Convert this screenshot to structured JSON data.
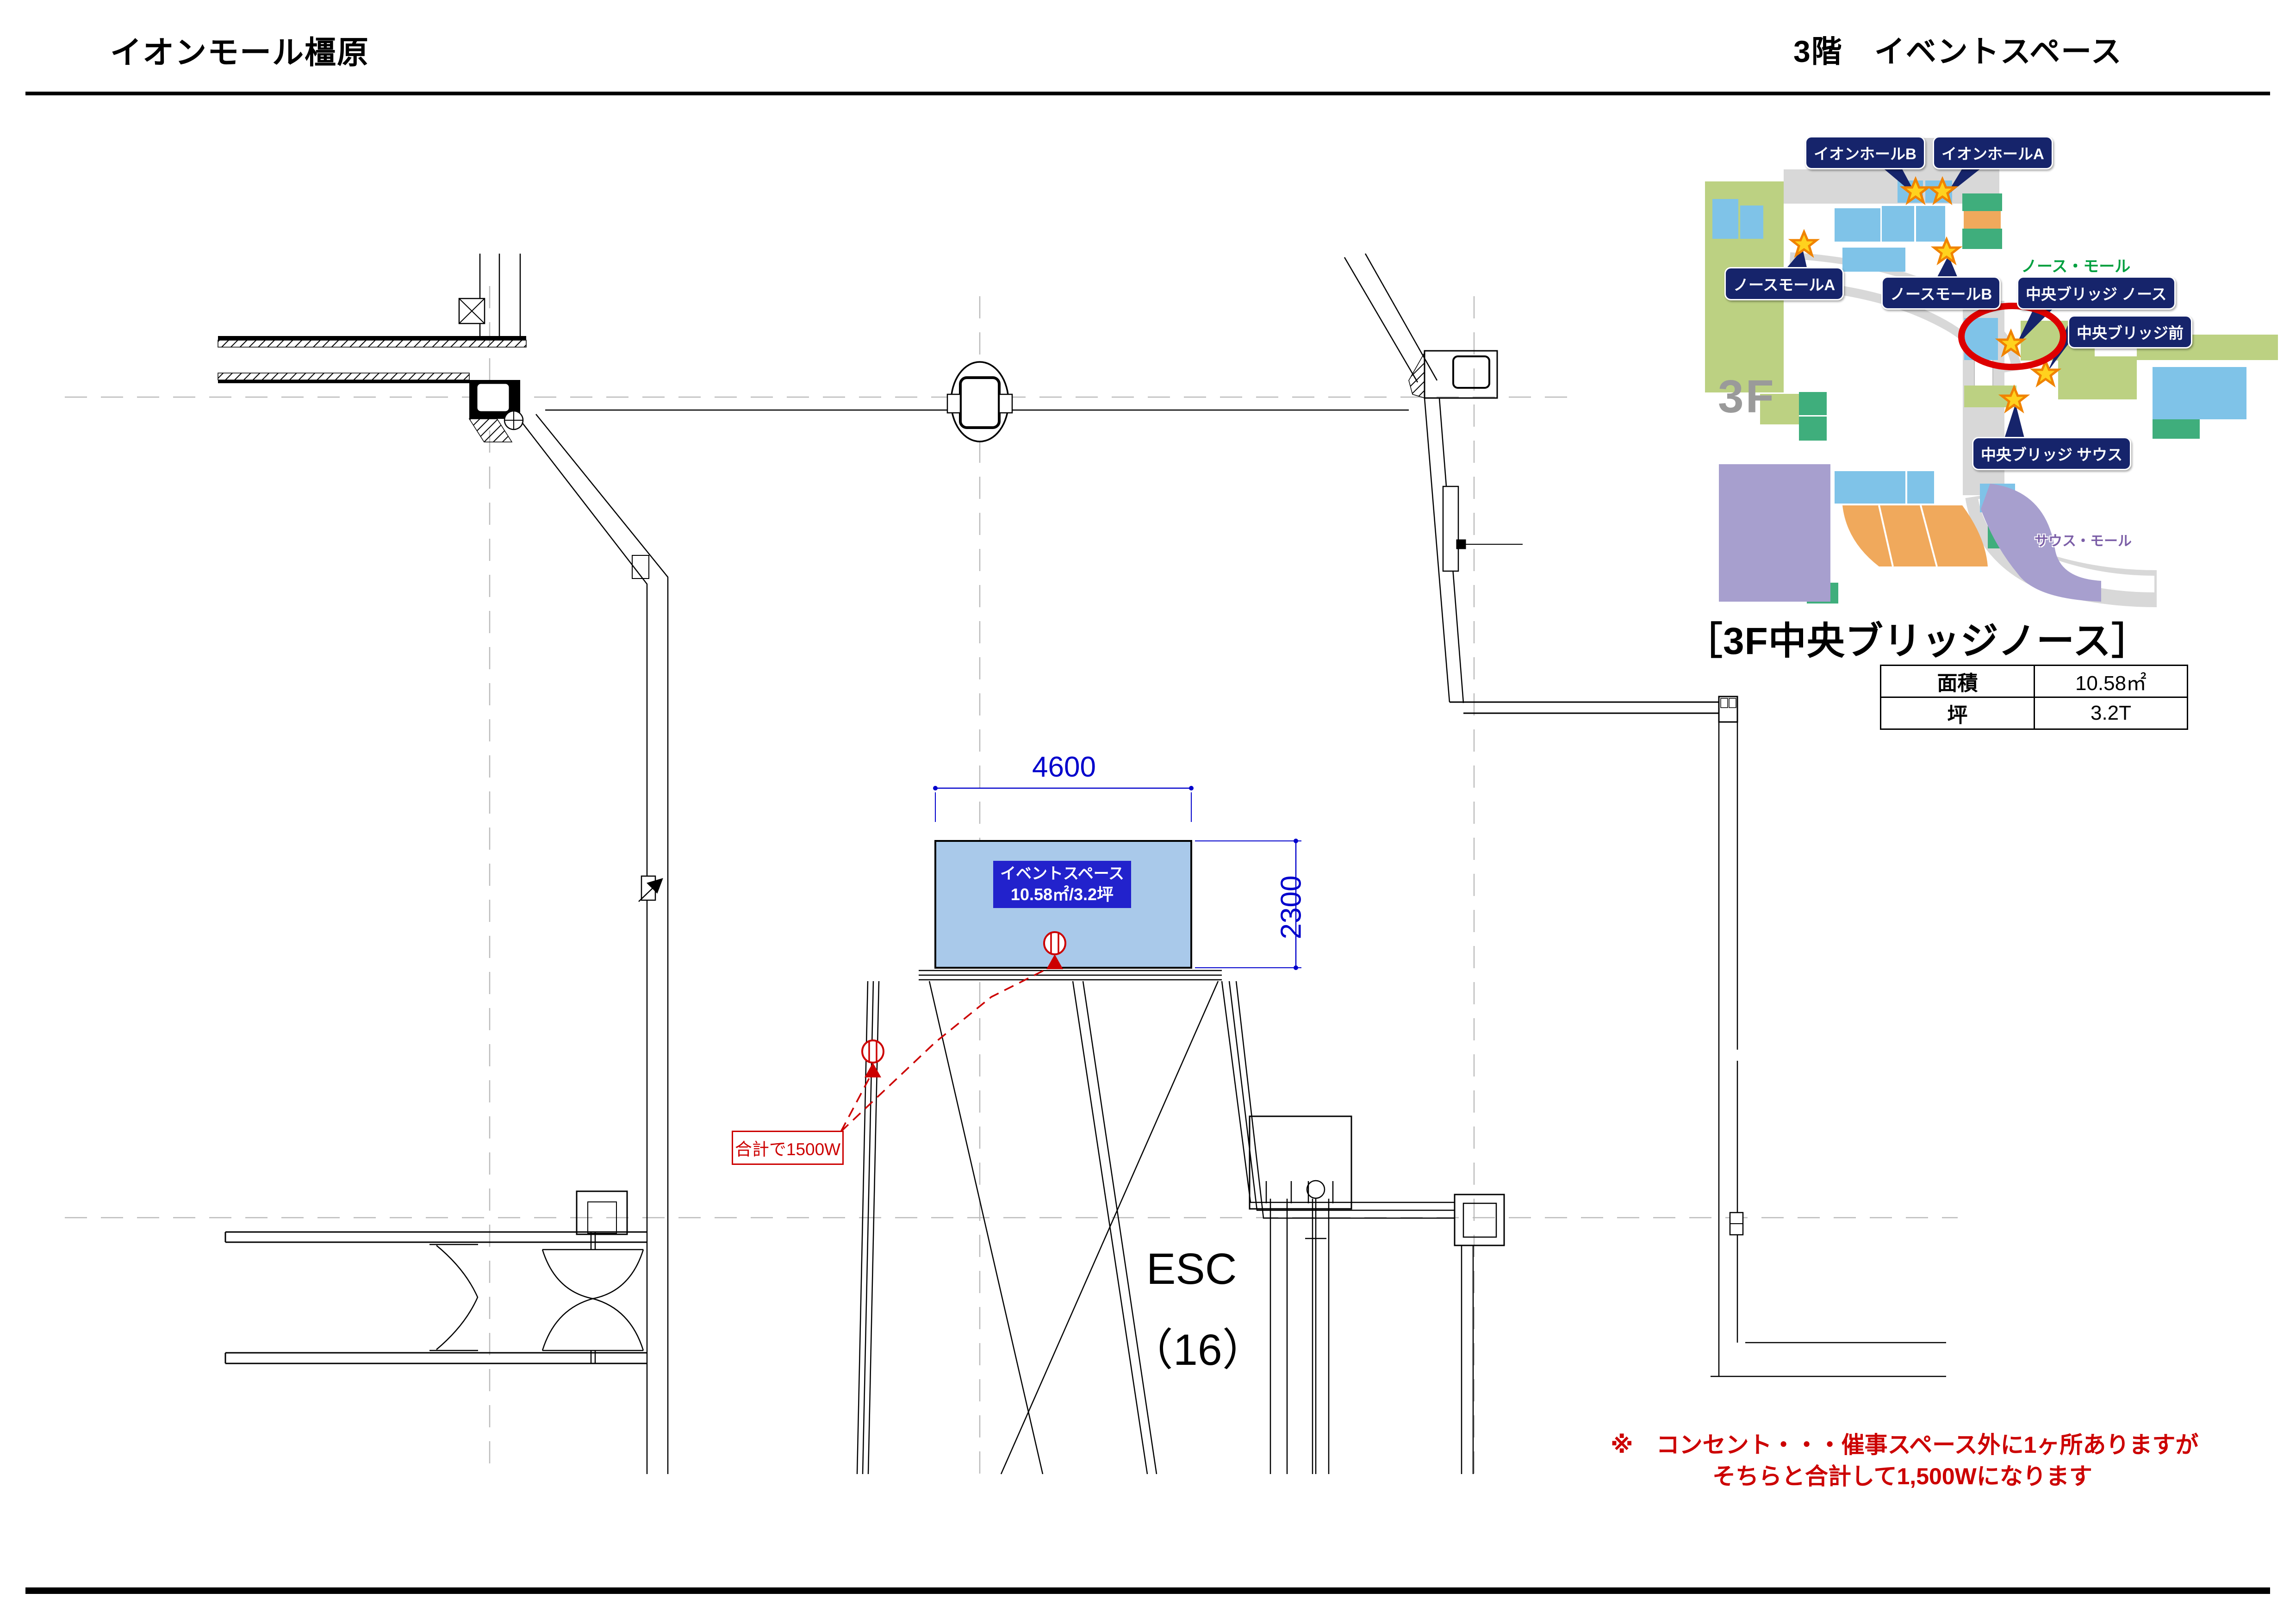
{
  "header": {
    "title_left": "イオンモール橿原",
    "title_right": "3階　イベントスペース"
  },
  "minimap": {
    "floor_label": "3F",
    "mall_labels": {
      "north": "ノース・モール",
      "south": "サウス・モール"
    },
    "location_labels": [
      {
        "text": "イオンホールB"
      },
      {
        "text": "イオンホールA"
      },
      {
        "text": "ノースモールA"
      },
      {
        "text": "ノースモールB"
      },
      {
        "text": "中央ブリッジ ノース"
      },
      {
        "text": "中央ブリッジ前"
      },
      {
        "text": "中央ブリッジ サウス"
      }
    ]
  },
  "location": {
    "heading": "［3F中央ブリッジノース］"
  },
  "info_table": {
    "rows": [
      {
        "label": "面積",
        "value": "10.58㎡"
      },
      {
        "label": "坪",
        "value": "3.2T"
      }
    ]
  },
  "plan": {
    "event_space": {
      "name": "イベントスペース",
      "size": "10.58㎡/3.2坪"
    },
    "dimensions": {
      "width": "4600",
      "depth": "2300"
    },
    "escalator": {
      "line1": "ESC",
      "line2": "（16）"
    },
    "outlet_note": "合計で1500W"
  },
  "footnote": {
    "line1": "※　コンセント・・・催事スペース外に1ヶ所ありますが",
    "line2": "そちらと合計して1,500Wになります"
  },
  "colors": {
    "accent_blue": "#2222CC",
    "dim_blue": "#0000CC",
    "event_fill": "#A9C9EA",
    "alert_red": "#CC0000",
    "label_navy": "#16246B"
  }
}
